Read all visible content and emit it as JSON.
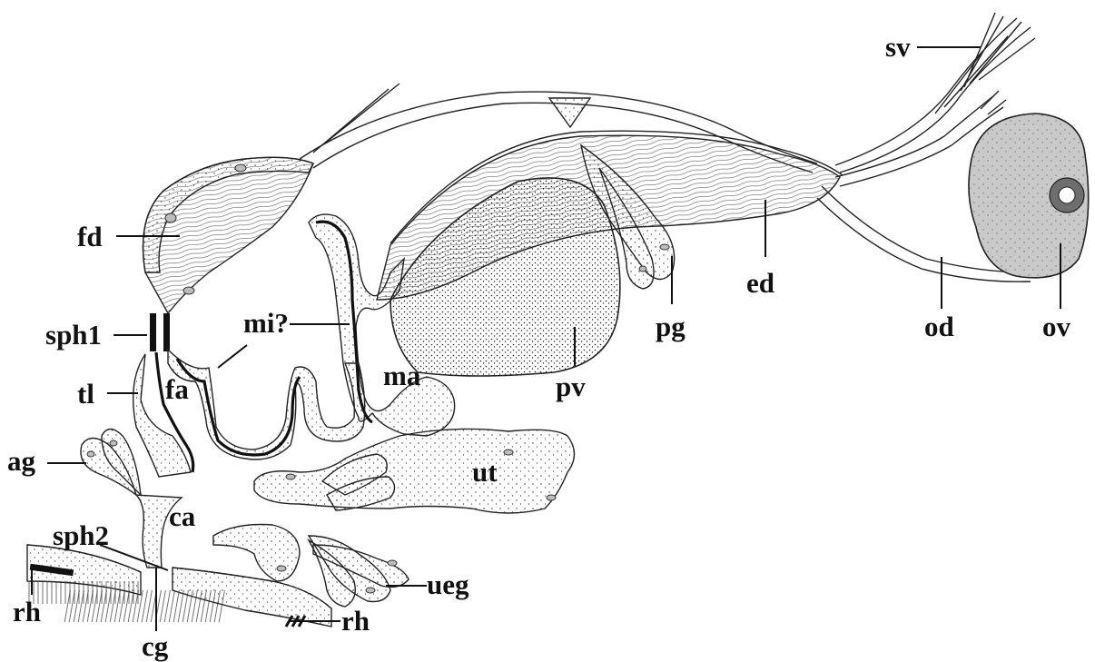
{
  "labels": {
    "sv": "sv",
    "fd": "fd",
    "ed": "ed",
    "pg": "pg",
    "od": "od",
    "ov": "ov",
    "sph1": "sph1",
    "mi": "mi?",
    "tl": "tl",
    "fa": "fa",
    "ma": "ma",
    "pv": "pv",
    "ag": "ag",
    "ut": "ut",
    "ca": "ca",
    "sph2": "sph2",
    "ueg": "ueg",
    "rh_left": "rh",
    "cg": "cg",
    "rh_right": "rh"
  },
  "colors": {
    "ink": "#111111",
    "ovary_fill": "#c9c9c9",
    "ovary_core": "#6e6e6e",
    "background": "#ffffff"
  }
}
